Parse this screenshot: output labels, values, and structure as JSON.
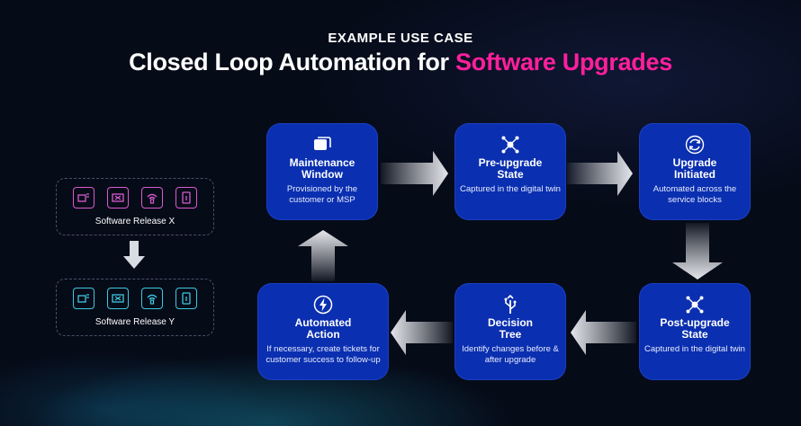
{
  "header": {
    "eyebrow": "EXAMPLE USE CASE",
    "title_main": "Closed Loop Automation for ",
    "title_highlight": "Software Upgrades"
  },
  "releases": [
    {
      "label": "Software Release X",
      "accent": "#d85bd0"
    },
    {
      "label": "Software Release Y",
      "accent": "#3ec8e0"
    }
  ],
  "release_icons": [
    "multi-port-icon",
    "cross-connect-icon",
    "wireless-icon",
    "device-icon"
  ],
  "nodes": {
    "maintenance": {
      "title_line1": "Maintenance",
      "title_line2": "Window",
      "desc": "Provisioned by the customer or MSP",
      "icon": "window-stack-icon"
    },
    "preupgrade": {
      "title_line1": "Pre-upgrade",
      "title_line2": "State",
      "desc": "Captured in the digital twin",
      "icon": "node-graph-icon"
    },
    "initiated": {
      "title_line1": "Upgrade",
      "title_line2": "Initiated",
      "desc": "Automated across the service blocks",
      "icon": "refresh-icon"
    },
    "postupgrade": {
      "title_line1": "Post-upgrade",
      "title_line2": "State",
      "desc": "Captured in the digital twin",
      "icon": "node-graph-icon"
    },
    "decision": {
      "title_line1": "Decision",
      "title_line2": "Tree",
      "desc": "Identify changes before & after upgrade",
      "icon": "fork-icon"
    },
    "automated": {
      "title_line1": "Automated",
      "title_line2": "Action",
      "desc": "If necessary, create tickets for customer success to follow-up",
      "icon": "lightning-icon"
    }
  },
  "colors": {
    "node": "#0a2fb0",
    "highlight": "#ff1f9c",
    "background": "#060b18"
  }
}
